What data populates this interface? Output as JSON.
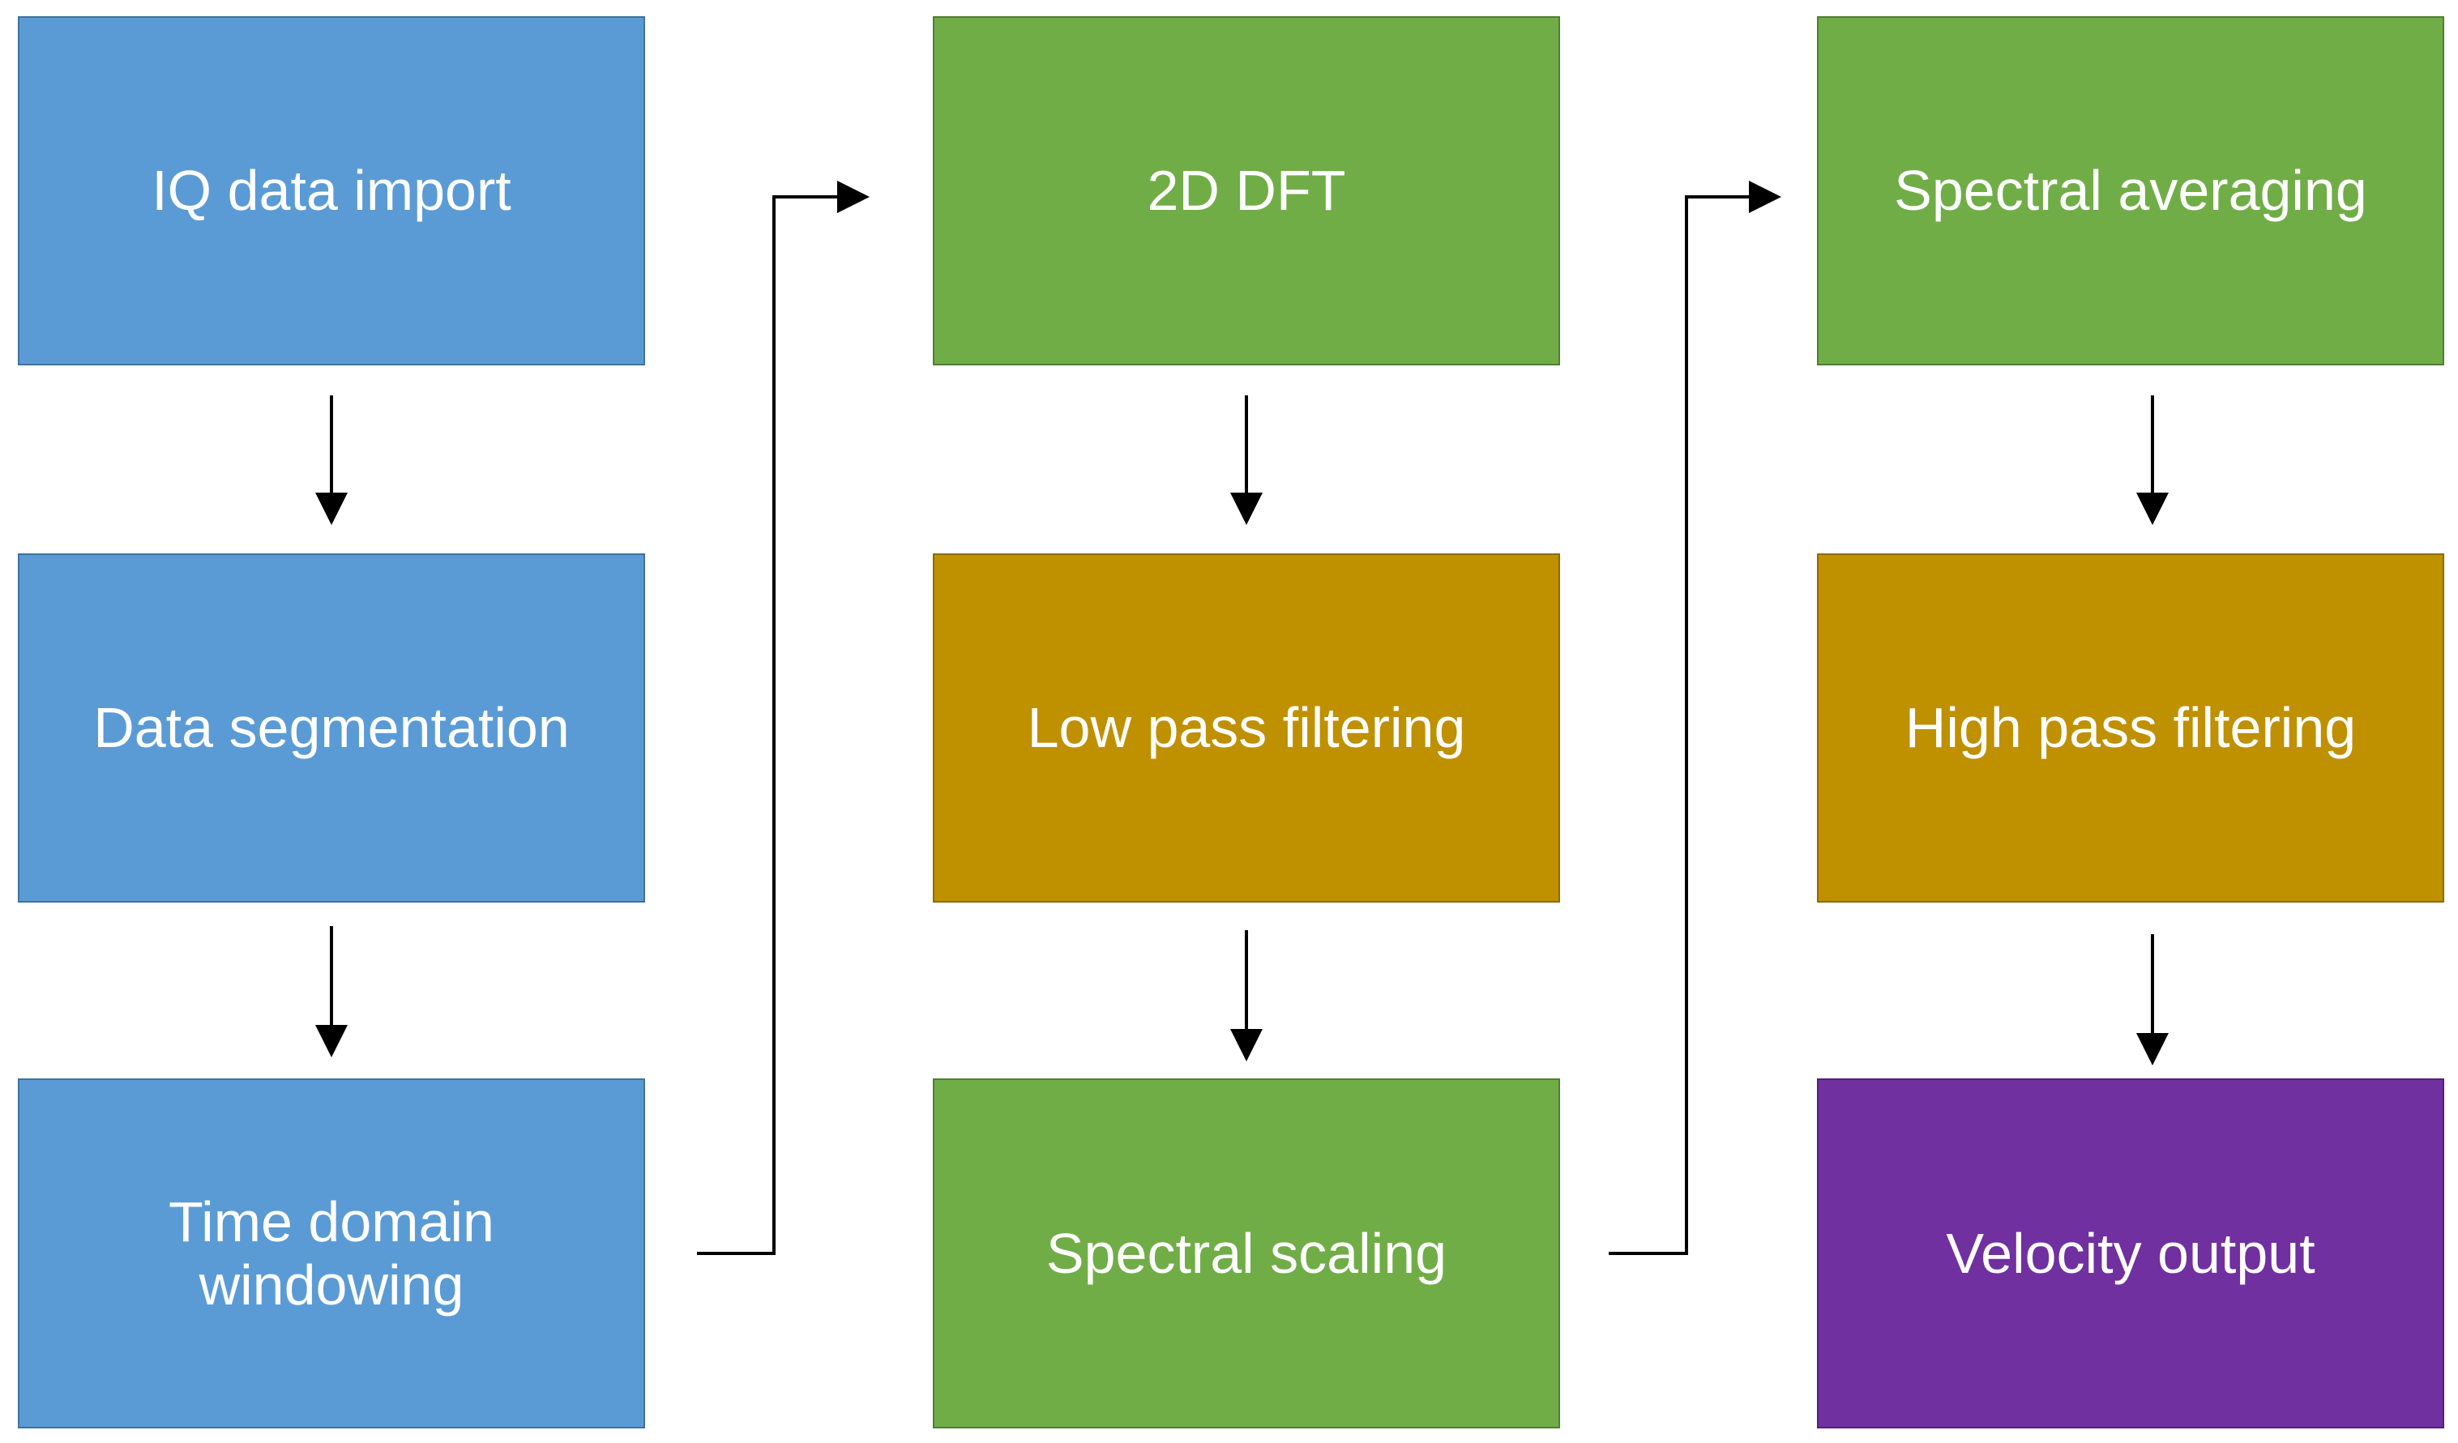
{
  "nodes": {
    "iq_data_import": "IQ data import",
    "data_segmentation": "Data segmentation",
    "time_domain_windowing": "Time domain\nwindowing",
    "dft_2d": "2D DFT",
    "low_pass_filtering": "Low pass filtering",
    "spectral_scaling": "Spectral scaling",
    "spectral_averaging": "Spectral averaging",
    "high_pass_filtering": "High pass filtering",
    "velocity_output": "Velocity output"
  },
  "colors": {
    "blue": "#5b9bd5",
    "green": "#70ad47",
    "gold": "#bf9000",
    "purple": "#7030a0",
    "arrow": "#000000"
  }
}
